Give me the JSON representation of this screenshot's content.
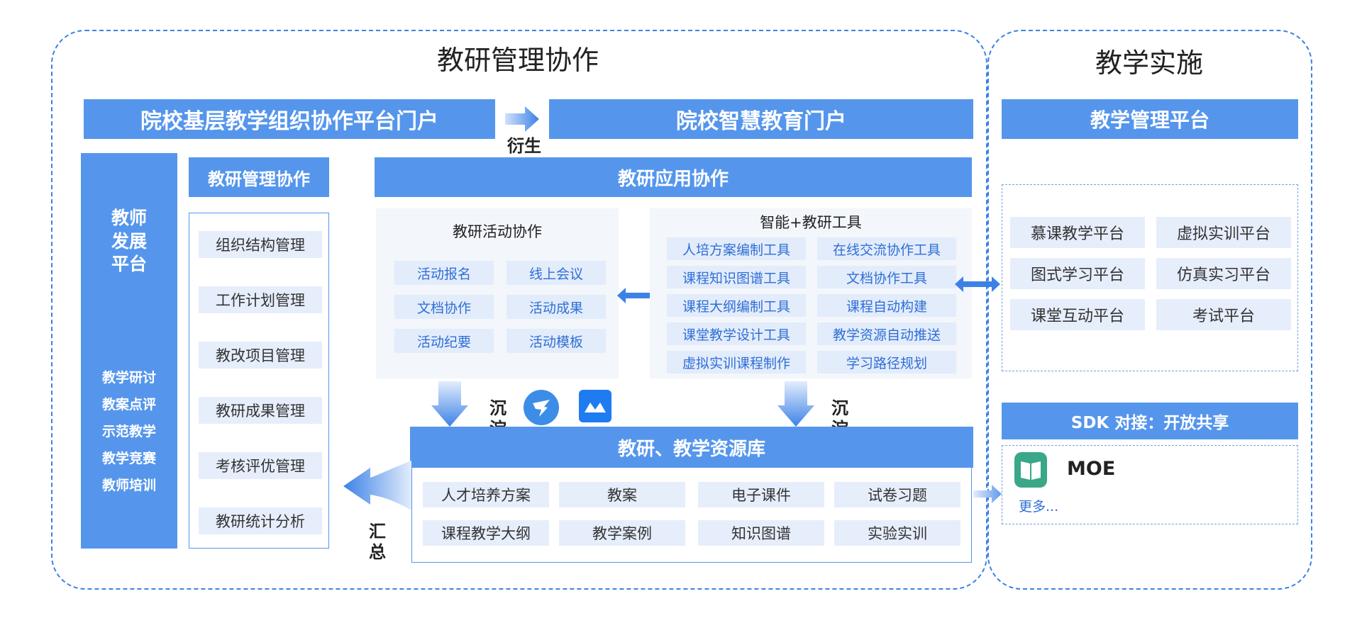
{
  "left_section": {
    "title": "教研管理协作"
  },
  "right_section": {
    "title": "教学实施"
  },
  "portal_school_org": "院校基层教学组织协作平台门户",
  "derive_label": "衍生",
  "portal_smart_edu": "院校智慧教育门户",
  "teacher_platform": {
    "title": "教师\n发展\n平台",
    "items": [
      "教学研讨",
      "教案点评",
      "示范教学",
      "教学竞赛",
      "教师培训"
    ]
  },
  "mgmt_collab": {
    "header": "教研管理协作",
    "items": [
      "组织结构管理",
      "工作计划管理",
      "教改项目管理",
      "教研成果管理",
      "考核评优管理",
      "教研统计分析"
    ]
  },
  "app_collab": {
    "header": "教研应用协作"
  },
  "activity": {
    "title": "教研活动协作",
    "items": [
      "活动报名",
      "线上会议",
      "文档协作",
      "活动成果",
      "活动纪要",
      "活动模板"
    ]
  },
  "tools": {
    "title": "智能+教研工具",
    "items": [
      "人培方案编制工具",
      "在线交流协作工具",
      "课程知识图谱工具",
      "文档协作工具",
      "课程大纲编制工具",
      "课程自动构建",
      "课堂教学设计工具",
      "教学资源自动推送",
      "虚拟实训课程制作",
      "学习路径规划"
    ]
  },
  "settle_label_1": "沉\n淀",
  "settle_label_2": "沉\n淀",
  "summary_label": "汇\n总",
  "resource_lib": {
    "header": "教研、教学资源库",
    "items": [
      "人才培养方案",
      "教案",
      "电子课件",
      "试卷习题",
      "课程教学大纲",
      "教学案例",
      "知识图谱",
      "实验实训"
    ]
  },
  "teaching_mgmt": {
    "header": "教学管理平台",
    "items": [
      "慕课教学平台",
      "虚拟实训平台",
      "图式学习平台",
      "仿真实习平台",
      "课堂互动平台",
      "考试平台"
    ]
  },
  "sdk": {
    "header": "SDK 对接：开放共享",
    "moe_label": "MOE",
    "more_label": "更多..."
  },
  "colors": {
    "primary": "#5596ec",
    "dash": "#3c82e6",
    "cell": "#e6eefc",
    "accent_text": "#2f6fd6"
  },
  "icons": [
    "arrow-right-icon",
    "double-arrow-icon",
    "down-arrow-icon",
    "left-arrow-icon",
    "dingtalk-icon",
    "feishu-icon",
    "moe-book-icon"
  ]
}
